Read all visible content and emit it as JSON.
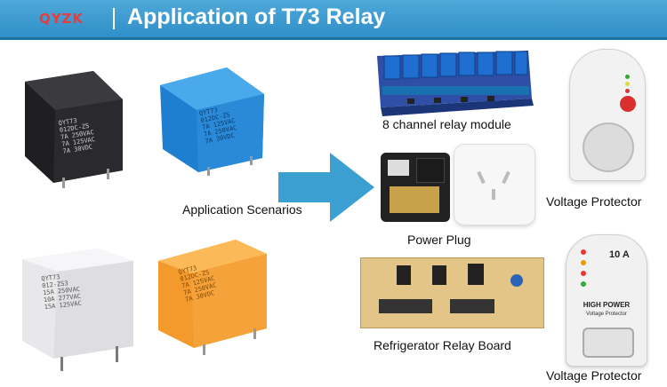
{
  "header": {
    "logo_text": "QYZK",
    "title": "Application of T73 Relay"
  },
  "relays": [
    {
      "name": "black",
      "color": "#2b2b2f",
      "lines": [
        "QYT73",
        "012DC-ZS",
        "7A 250VAC",
        "7A 125VAC",
        "7A 30VDC"
      ]
    },
    {
      "name": "blue",
      "color": "#2e8fd8",
      "lines": [
        "QYT73",
        "012DC-ZS",
        "7A 125VAC",
        "7A 250VAC",
        "7A 30VDC"
      ]
    },
    {
      "name": "white",
      "color": "#ececec",
      "lines": [
        "QYT73",
        "012-ZS3",
        "15A 250VAC",
        "10A 277VAC",
        "15A 125VAC"
      ]
    },
    {
      "name": "orange",
      "color": "#f4a640",
      "lines": [
        "QYT73",
        "012DC-ZS",
        "7A 125VAC",
        "7A 250VAC",
        "7A 30VDC"
      ]
    }
  ],
  "captions": {
    "scenarios": "Application Scenarios",
    "module": "8 channel relay module",
    "voltage_protector_1": "Voltage  Protector",
    "power_plug": "Power Plug",
    "fridge_board": "Refrigerator Relay Board",
    "voltage_protector_2": "Voltage  Protector"
  },
  "devices": {
    "vp2_rating": "10 A",
    "vp2_brand": "HIGH POWER",
    "vp2_sub": "Voltage Protector"
  },
  "colors": {
    "header": "#3a9ad0",
    "arrow": "#3b9fd2",
    "module_board": "#2f4fa6",
    "relay_blue": "#1f6fd0"
  }
}
